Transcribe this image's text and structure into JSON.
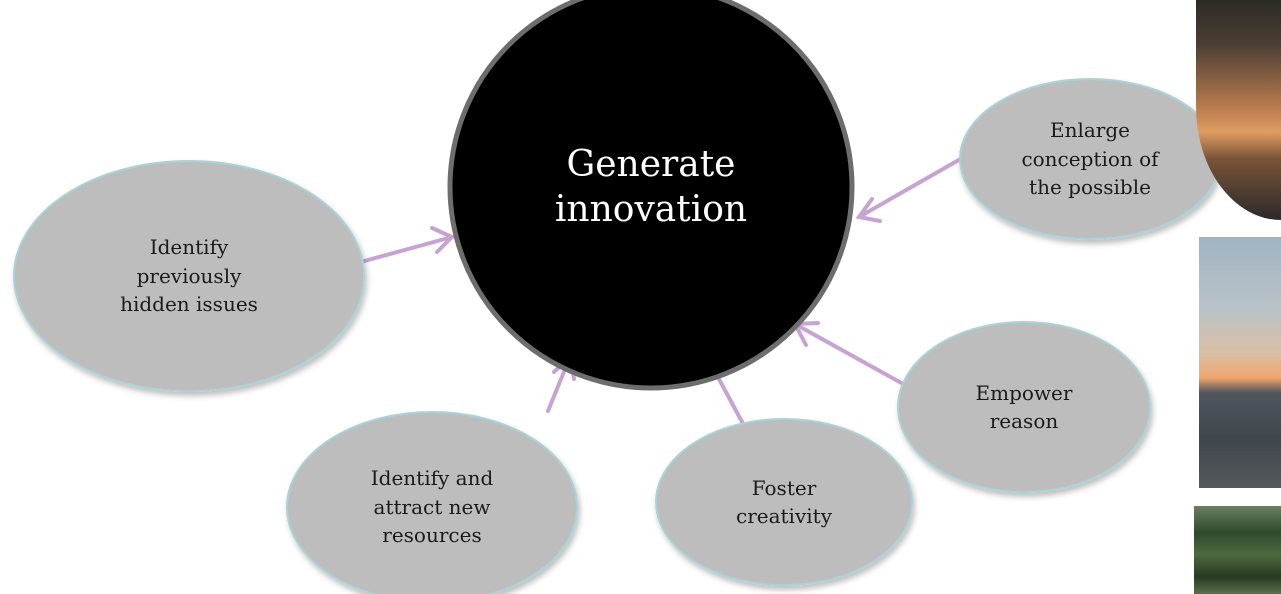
{
  "center": {
    "label": "Generate\ninnovation"
  },
  "nodes": [
    {
      "id": "enlarge-conception",
      "label": "Enlarge\nconception of\nthe possible"
    },
    {
      "id": "identify-hidden-issues",
      "label": "Identify\npreviously\nhidden issues"
    },
    {
      "id": "empower-reason",
      "label": "Empower\nreason"
    },
    {
      "id": "attract-resources",
      "label": "Identify and\nattract new\nresources"
    },
    {
      "id": "foster-creativity",
      "label": "Foster\ncreativity"
    }
  ],
  "colors": {
    "center_fill": "#000000",
    "center_stroke": "#6d6d6d",
    "node_fill": "#bdbdbd",
    "node_stroke": "#a9d3d8",
    "arrow": "#c7a3d3"
  },
  "decorative_photos": [
    "sunset-silhouette-photo",
    "lake-at-dusk-photo",
    "forest-photo"
  ]
}
